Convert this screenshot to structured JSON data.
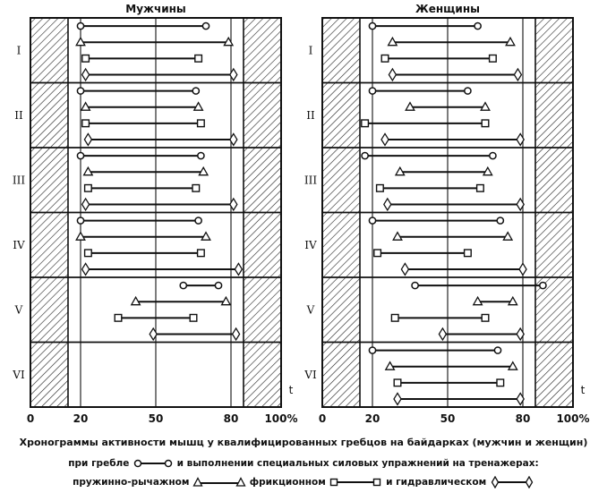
{
  "caption": {
    "line1": "Хронограммы активности мышц у квалифицированных гребцов на байдарках (мужчин и женщин)",
    "line2a": "при гребле",
    "line2b": "и выполнении специальных силовых упражнений на тренажерах:",
    "line3a": "пружинно-рычажном",
    "line3b": "фрикционном",
    "line3c": "и гидравлическом"
  },
  "chart_data": [
    {
      "type": "chronogram",
      "title": "Мужчины",
      "xlabel": "t",
      "x_ticks": [
        "0",
        "20",
        "50",
        "80",
        "100%"
      ],
      "x_tick_values": [
        0,
        20,
        50,
        80,
        100
      ],
      "xlim": [
        0,
        100
      ],
      "shaded": [
        [
          0,
          15
        ],
        [
          85,
          100
        ]
      ],
      "groups": [
        "I",
        "II",
        "III",
        "IV",
        "V",
        "VI"
      ],
      "marker_legend": [
        "circle: при гребле",
        "triangle: пружинно-рычажном",
        "square: фрикционном",
        "diamond: и гидравлическом"
      ],
      "rows": [
        {
          "group": "I",
          "marker": "circle",
          "start": 20,
          "end": 70
        },
        {
          "group": "I",
          "marker": "triangle",
          "start": 20,
          "end": 79
        },
        {
          "group": "I",
          "marker": "square",
          "start": 22,
          "end": 67
        },
        {
          "group": "I",
          "marker": "diamond",
          "start": 22,
          "end": 81
        },
        {
          "group": "II",
          "marker": "circle",
          "start": 20,
          "end": 66
        },
        {
          "group": "II",
          "marker": "triangle",
          "start": 22,
          "end": 67
        },
        {
          "group": "II",
          "marker": "square",
          "start": 22,
          "end": 68
        },
        {
          "group": "II",
          "marker": "diamond",
          "start": 23,
          "end": 81
        },
        {
          "group": "III",
          "marker": "circle",
          "start": 20,
          "end": 68
        },
        {
          "group": "III",
          "marker": "triangle",
          "start": 23,
          "end": 69
        },
        {
          "group": "III",
          "marker": "square",
          "start": 23,
          "end": 66
        },
        {
          "group": "III",
          "marker": "diamond",
          "start": 22,
          "end": 81
        },
        {
          "group": "IV",
          "marker": "circle",
          "start": 20,
          "end": 67
        },
        {
          "group": "IV",
          "marker": "triangle",
          "start": 20,
          "end": 70
        },
        {
          "group": "IV",
          "marker": "square",
          "start": 23,
          "end": 68
        },
        {
          "group": "IV",
          "marker": "diamond",
          "start": 22,
          "end": 83
        },
        {
          "group": "V",
          "marker": "circle",
          "start": 61,
          "end": 75
        },
        {
          "group": "V",
          "marker": "triangle",
          "start": 42,
          "end": 78
        },
        {
          "group": "V",
          "marker": "square",
          "start": 35,
          "end": 65
        },
        {
          "group": "V",
          "marker": "diamond",
          "start": 49,
          "end": 82
        },
        {
          "group": "VI",
          "marker": "none",
          "start": null,
          "end": null
        }
      ]
    },
    {
      "type": "chronogram",
      "title": "Женщины",
      "xlabel": "t",
      "x_ticks": [
        "0",
        "20",
        "50",
        "80",
        "100%"
      ],
      "x_tick_values": [
        0,
        20,
        50,
        80,
        100
      ],
      "xlim": [
        0,
        100
      ],
      "shaded": [
        [
          0,
          15
        ],
        [
          85,
          100
        ]
      ],
      "groups": [
        "I",
        "II",
        "III",
        "IV",
        "V",
        "VI"
      ],
      "marker_legend": [
        "circle: при гребле",
        "triangle: пружинно-рычажном",
        "square: фрикционном",
        "diamond: и гидравлическом"
      ],
      "rows": [
        {
          "group": "I",
          "marker": "circle",
          "start": 20,
          "end": 62
        },
        {
          "group": "I",
          "marker": "triangle",
          "start": 28,
          "end": 75
        },
        {
          "group": "I",
          "marker": "square",
          "start": 25,
          "end": 68
        },
        {
          "group": "I",
          "marker": "diamond",
          "start": 28,
          "end": 78
        },
        {
          "group": "II",
          "marker": "circle",
          "start": 20,
          "end": 58
        },
        {
          "group": "II",
          "marker": "triangle",
          "start": 35,
          "end": 65
        },
        {
          "group": "II",
          "marker": "square",
          "start": 17,
          "end": 65
        },
        {
          "group": "II",
          "marker": "diamond",
          "start": 25,
          "end": 79
        },
        {
          "group": "III",
          "marker": "circle",
          "start": 17,
          "end": 68
        },
        {
          "group": "III",
          "marker": "triangle",
          "start": 31,
          "end": 66
        },
        {
          "group": "III",
          "marker": "square",
          "start": 23,
          "end": 63
        },
        {
          "group": "III",
          "marker": "diamond",
          "start": 26,
          "end": 79
        },
        {
          "group": "IV",
          "marker": "circle",
          "start": 20,
          "end": 71
        },
        {
          "group": "IV",
          "marker": "triangle",
          "start": 30,
          "end": 74
        },
        {
          "group": "IV",
          "marker": "square",
          "start": 22,
          "end": 58
        },
        {
          "group": "IV",
          "marker": "diamond",
          "start": 33,
          "end": 80
        },
        {
          "group": "V",
          "marker": "circle",
          "start": 37,
          "end": 88
        },
        {
          "group": "V",
          "marker": "triangle",
          "start": 62,
          "end": 76
        },
        {
          "group": "V",
          "marker": "square",
          "start": 29,
          "end": 65
        },
        {
          "group": "V",
          "marker": "diamond",
          "start": 48,
          "end": 79
        },
        {
          "group": "VI",
          "marker": "circle",
          "start": 20,
          "end": 70
        },
        {
          "group": "VI",
          "marker": "triangle",
          "start": 27,
          "end": 76
        },
        {
          "group": "VI",
          "marker": "square",
          "start": 30,
          "end": 71
        },
        {
          "group": "VI",
          "marker": "diamond",
          "start": 30,
          "end": 79
        }
      ]
    }
  ]
}
